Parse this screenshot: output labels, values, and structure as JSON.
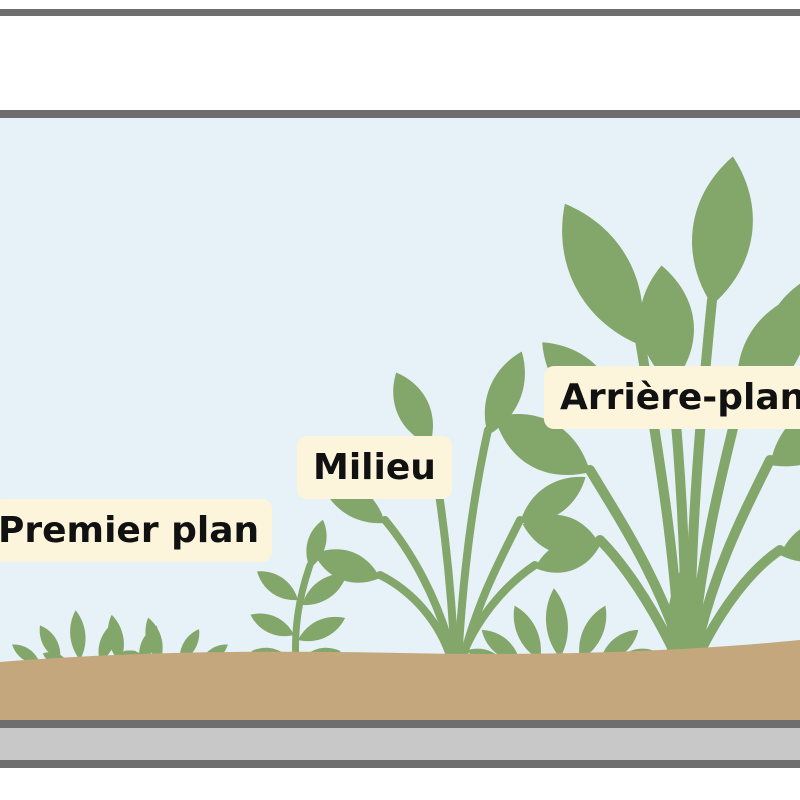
{
  "colors": {
    "water": "#e7f2f8",
    "substrate": "#c4a77c",
    "plant": "#83a66b",
    "frame": "#6e6e6e",
    "base": "#c8c8c8",
    "label_bg": "#fcf5dc"
  },
  "labels": {
    "foreground": "Premier plan",
    "middle": "Milieu",
    "background": "Arrière-plan"
  }
}
